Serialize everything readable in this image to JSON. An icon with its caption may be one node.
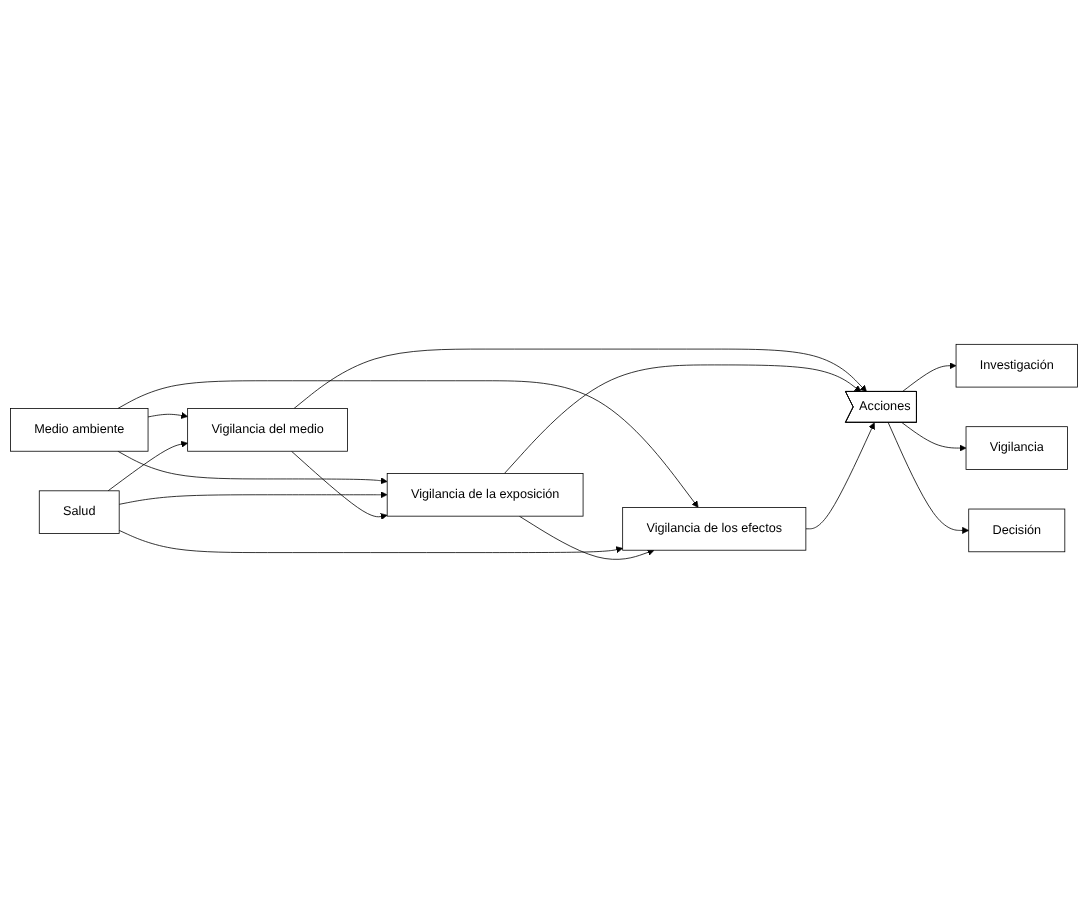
{
  "diagram": {
    "nodes": [
      {
        "text": [
          "Investigación"
        ]
      },
      {
        "text": [
          "Vigilancia"
        ]
      },
      {
        "text": [
          "Decisión"
        ]
      },
      {
        "text": [
          "Medio ambiente"
        ]
      },
      {
        "text": [
          "Salud"
        ]
      },
      {
        "text": [
          "Vigilancia del medio"
        ]
      },
      {
        "text": [
          "Vigilancia de la exposición"
        ]
      },
      {
        "text": [
          "Vigilancia de los efectos"
        ]
      },
      {
        "text": [
          "Acciones"
        ]
      }
    ],
    "edges": [
      {
        "from": 3,
        "to": 5,
        "arrow": "to"
      },
      {
        "from": 3,
        "to": 6,
        "arrow": "to"
      },
      {
        "from": 3,
        "to": 7,
        "arrow": "to"
      },
      {
        "from": 4,
        "to": 5,
        "arrow": "to"
      },
      {
        "from": 4,
        "to": 6,
        "arrow": "to"
      },
      {
        "from": 4,
        "to": 7,
        "arrow": "to"
      },
      {
        "from": 5,
        "to": 6,
        "arrow": "to"
      },
      {
        "from": 6,
        "to": 7,
        "arrow": "to"
      },
      {
        "from": 5,
        "to": 8,
        "arrow": "to"
      },
      {
        "from": 6,
        "to": 8,
        "arrow": "to"
      },
      {
        "from": 7,
        "to": 8,
        "arrow": "to"
      },
      {
        "from": 8,
        "to": 0,
        "arrow": "to"
      },
      {
        "from": 8,
        "to": 1,
        "arrow": "to"
      },
      {
        "from": 8,
        "to": 2,
        "arrow": "to"
      }
    ]
  }
}
